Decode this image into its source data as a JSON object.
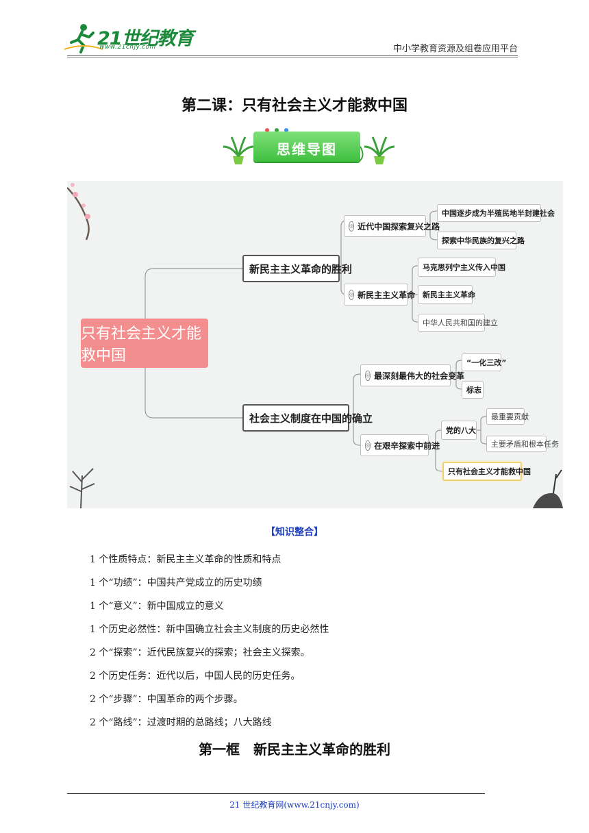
{
  "header": {
    "logo_text": "21世纪教育",
    "logo_url": "www.21cnjy.com",
    "platform": "中小学教育资源及组卷应用平台"
  },
  "title": "第二课：只有社会主义才能救中国",
  "banner": "思维导图",
  "mindmap": {
    "root": "只有社会主义才能救中国",
    "branches": [
      {
        "label": "新民主主义革命的胜利",
        "children": [
          {
            "label": "近代中国探索复兴之路",
            "children": [
              "中国逐步成为半殖民地半封建社会",
              "探索中华民族的复兴之路"
            ]
          },
          {
            "label": "新民主主义革命",
            "children": [
              "马克思列宁主义传入中国",
              "新民主主义革命",
              "中华人民共和国的建立"
            ]
          }
        ]
      },
      {
        "label": "社会主义制度在中国的确立",
        "children": [
          {
            "label": "最深刻最伟大的社会变革",
            "children": [
              "“一化三改”",
              "标志"
            ]
          },
          {
            "label": "在艰辛探索中前进",
            "children": [
              "党的八大",
              "只有社会主义才能救中国"
            ],
            "sub": [
              "最重要贡献",
              "主要矛盾和根本任务"
            ]
          }
        ]
      }
    ]
  },
  "section_title": "【知识整合】",
  "knowledge": [
    "1 个性质特点：新民主主义革命的性质和特点",
    "1 个“功绩”：中国共产党成立的历史功绩",
    "1 个“意义”：新中国成立的意义",
    "1 个历史必然性：新中国确立社会主义制度的历史必然性",
    "2 个“探索”：近代民族复兴的探索；社会主义探索。",
    "2 个历史任务：近代以后，中国人民的历史任务。",
    "2 个“步骤”：中国革命的两个步骤。",
    "2 个“路线”：过渡时期的总路线；八大路线"
  ],
  "subtitle": "第一框　新民主主义革命的胜利",
  "footer": "21 世纪教育网(www.21cnjy.com)"
}
